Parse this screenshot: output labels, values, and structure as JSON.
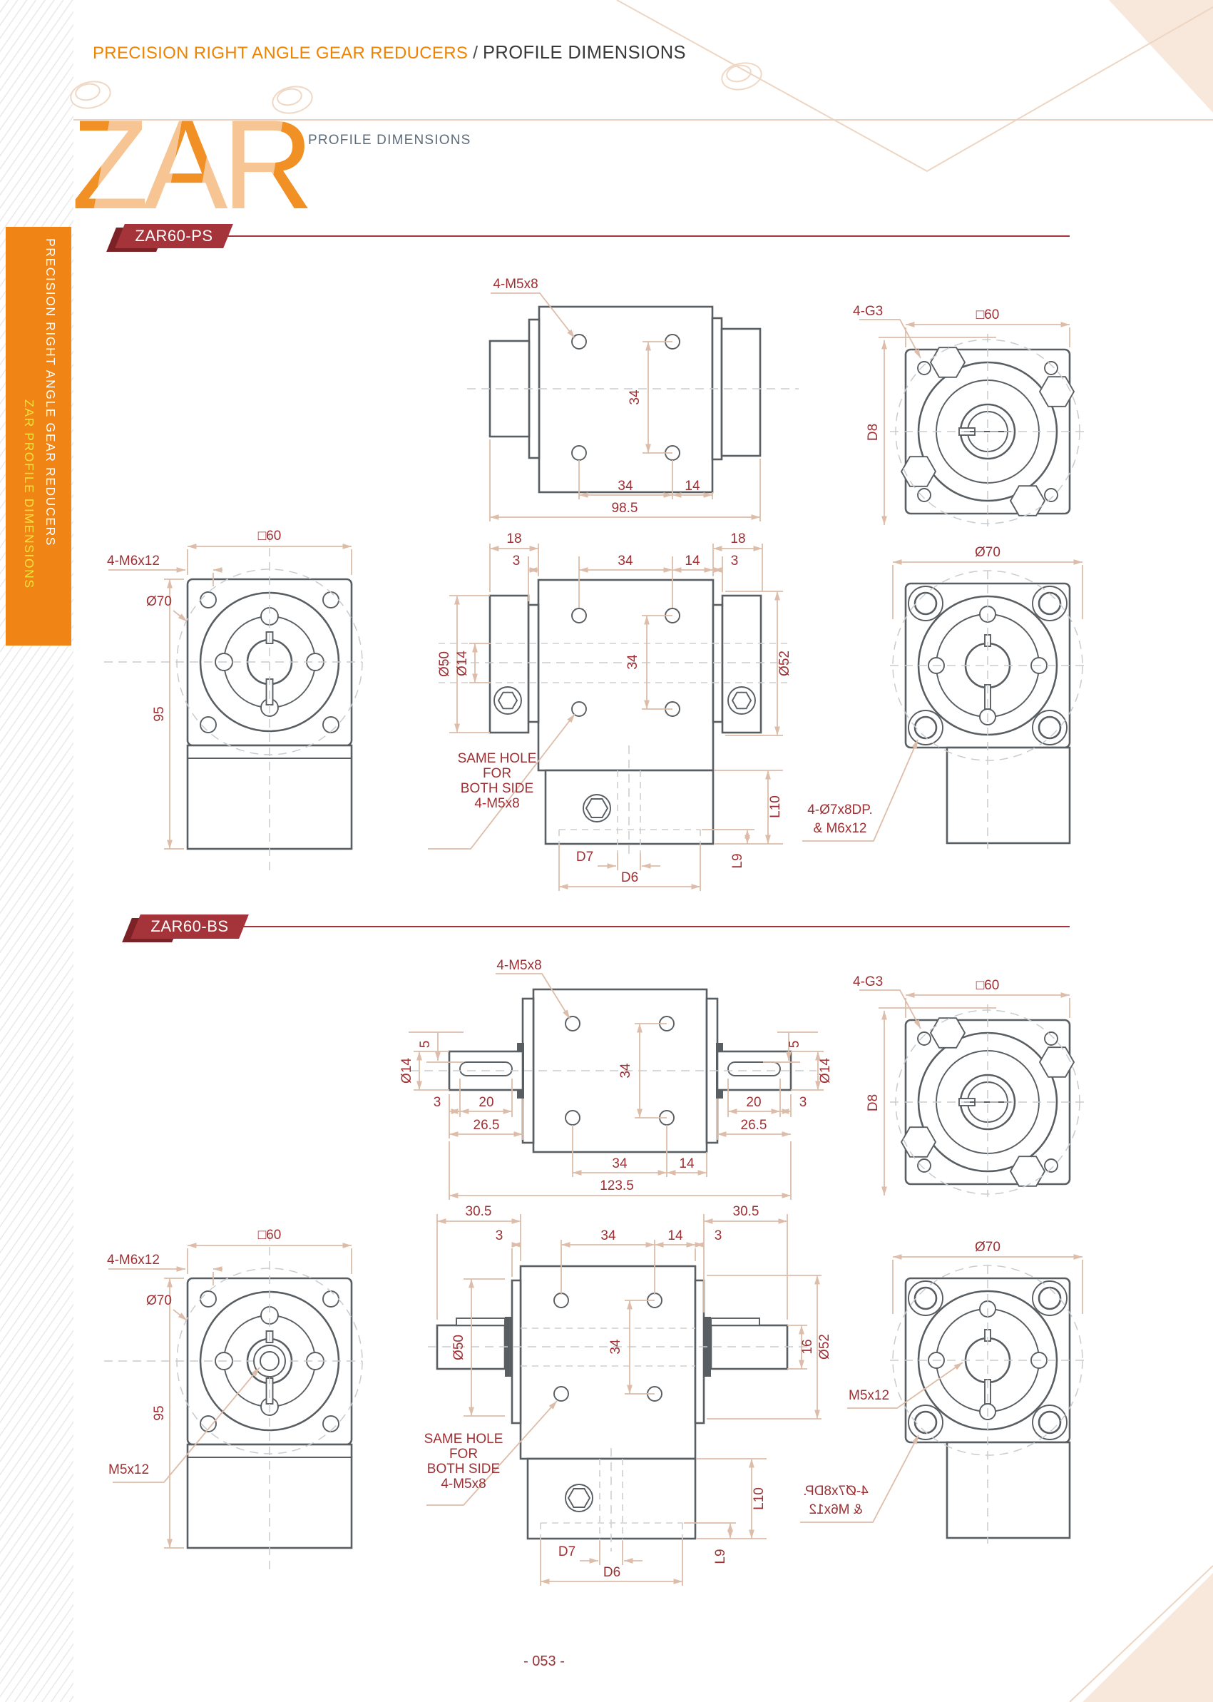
{
  "header": {
    "title_main": "PRECISION RIGHT ANGLE GEAR REDUCERS",
    "title_sep": " / ",
    "title_sub": "PROFILE DIMENSIONS"
  },
  "logo": {
    "text": "ZAR",
    "subtitle": "PROFILE DIMENSIONS"
  },
  "sidebar": {
    "line1": "PRECISION RIGHT ANGLE GEAR REDUCERS",
    "line2": "ZAR PROFILE DIMENSIONS"
  },
  "footer": {
    "page_number": "- 053 -"
  },
  "colors": {
    "orange": "#F08414",
    "orange_light": "#F6C593",
    "badge_red": "#A4343A",
    "badge_red_dark": "#7C2227",
    "rule_red": "#A4333A",
    "dim_text": "#9E2F33",
    "dim_line": "#DDBDA9",
    "drawing_line": "#595E62",
    "centerline": "#C9CCCE",
    "subtitle_gray": "#5D6C7B",
    "sidebar_yellow": "#F2E23B"
  },
  "ps": {
    "badge": "ZAR60-PS",
    "top": {
      "bolt": "4-M5x8",
      "v34": "34",
      "h34": "34",
      "h14": "14",
      "total": "98.5"
    },
    "rear": {
      "g3": "4-G3",
      "sq": "□60",
      "d8": "D8"
    },
    "front": {
      "sq": "□60",
      "bolt": "4-M6x12",
      "dia": "Ø70",
      "h": "95"
    },
    "side": {
      "e18l": "18",
      "e3l": "3",
      "h34": "34",
      "h14": "14",
      "e3r": "3",
      "e18r": "18",
      "dia50": "Ø50",
      "dia14": "Ø14",
      "v34": "34",
      "dia52": "Ø52",
      "note1": "SAME HOLE",
      "note2": "FOR",
      "note3": "BOTH SIDE",
      "note4": "4-M5x8",
      "l10": "L10",
      "l9": "L9",
      "d7": "D7",
      "d6": "D6"
    },
    "out": {
      "dia": "Ø70",
      "note1": "4-Ø7x8DP.",
      "note2": "& M6x12"
    }
  },
  "bs": {
    "badge": "ZAR60-BS",
    "top": {
      "bolt": "4-M5x8",
      "e5l": "5",
      "dia14l": "Ø14",
      "e3l": "3",
      "e20l": "20",
      "e265l": "26.5",
      "v34": "34",
      "e5r": "5",
      "dia14r": "Ø14",
      "e3r": "3",
      "e20r": "20",
      "e265r": "26.5",
      "h34": "34",
      "h14": "14",
      "total": "123.5"
    },
    "rear": {
      "g3": "4-G3",
      "sq": "□60",
      "d8": "D8"
    },
    "front": {
      "sq": "□60",
      "bolt": "4-M6x12",
      "dia": "Ø70",
      "h": "95",
      "m5": "M5x12"
    },
    "side": {
      "e305l": "30.5",
      "e3l": "3",
      "h34": "34",
      "h14": "14",
      "e3r": "3",
      "e305r": "30.5",
      "dia50": "Ø50",
      "v16": "16",
      "v34": "34",
      "dia52": "Ø52",
      "note1": "SAME HOLE",
      "note2": "FOR",
      "note3": "BOTH SIDE",
      "note4": "4-M5x8",
      "l10": "L10",
      "l9": "L9",
      "d7": "D7",
      "d6": "D6"
    },
    "out": {
      "dia": "Ø70",
      "m5": "M5x12",
      "note1": "4-Ø7x8DP.",
      "note2": "& M6x12"
    }
  }
}
